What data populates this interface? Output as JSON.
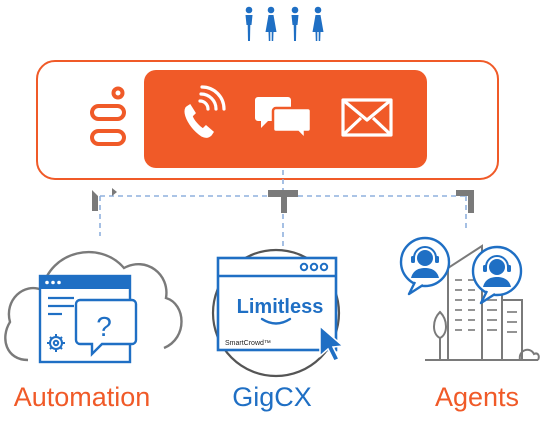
{
  "colors": {
    "accent_orange": "#f05a28",
    "brand_blue": "#1f6fc4",
    "icon_grey": "#7a7a7a",
    "panel_fill": "#f05a28"
  },
  "people": {
    "icon": "people-group-icon",
    "count": 4
  },
  "header": {
    "logo_icon": "genesys-logo-icon",
    "channels": [
      {
        "name": "voice-channel-icon",
        "icon": "phone-ringing-icon"
      },
      {
        "name": "chat-channel-icon",
        "icon": "chat-bubbles-icon"
      },
      {
        "name": "email-channel-icon",
        "icon": "envelope-icon"
      }
    ]
  },
  "columns": [
    {
      "id": "automation",
      "label": "Automation",
      "icon": "cloud-bot-icon"
    },
    {
      "id": "gigcx",
      "label": "GigCX",
      "icon": "browser-window-icon",
      "window_brand": "Limitless",
      "window_caption": "SmartCrowd™"
    },
    {
      "id": "agents",
      "label": "Agents",
      "icon": "agent-headset-icon"
    }
  ]
}
